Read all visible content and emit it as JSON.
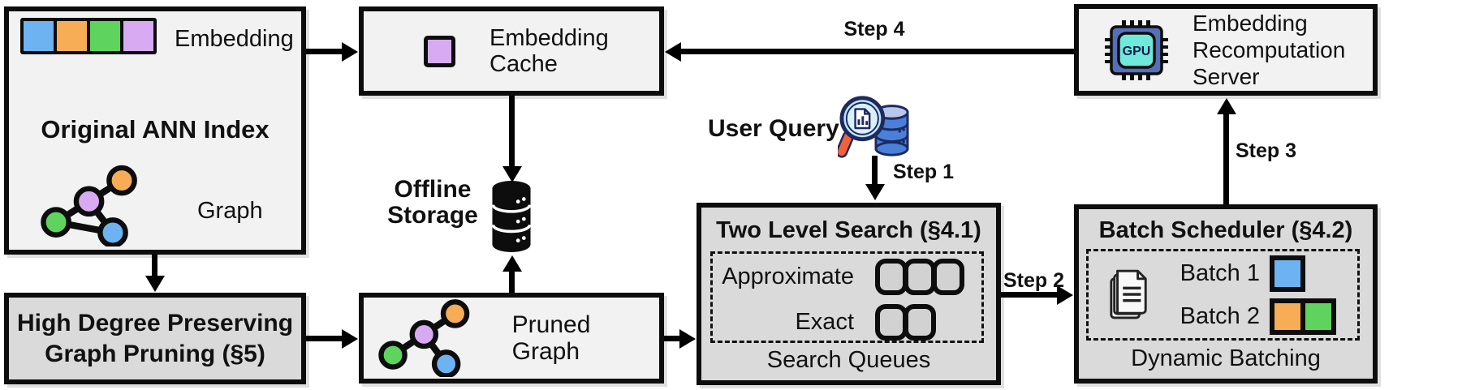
{
  "colors": {
    "blue": "#6db3f2",
    "orange": "#f7ad55",
    "green": "#5ed45e",
    "purple": "#d7aaf2",
    "box_light": "#f2f2f2",
    "box_dark": "#dadada",
    "gpu_chip": "#5570b8",
    "gpu_core": "#70e8da",
    "lens_fill": "#bfe4f7",
    "handle_orange": "#f2623a",
    "db_blue": "#4a80d9",
    "db_top": "#b9c8ea",
    "icon_navy": "#1e2a5e"
  },
  "ann_index": {
    "embedding_label": "Embedding",
    "title": "Original ANN Index",
    "graph_label": "Graph"
  },
  "high_degree": {
    "line1": "High Degree Preserving",
    "line2": "Graph Pruning (§5)"
  },
  "cache": {
    "line1": "Embedding",
    "line2": "Cache"
  },
  "offline_storage": {
    "line1": "Offline",
    "line2": "Storage"
  },
  "pruned": {
    "label": "Pruned Graph"
  },
  "user_query": {
    "label": "User Query"
  },
  "two_level": {
    "title": "Two Level Search (§4.1)",
    "approximate_label": "Approximate",
    "exact_label": "Exact",
    "footer": "Search Queues"
  },
  "batch_scheduler": {
    "title": "Batch Scheduler (§4.2)",
    "batch1_label": "Batch 1",
    "batch2_label": "Batch 2",
    "footer": "Dynamic Batching"
  },
  "server": {
    "line1": "Embedding",
    "line2": "Recomputation",
    "line3": "Server",
    "gpu_label": "GPU"
  },
  "steps": {
    "s1": "Step 1",
    "s2": "Step 2",
    "s3": "Step 3",
    "s4": "Step 4"
  }
}
